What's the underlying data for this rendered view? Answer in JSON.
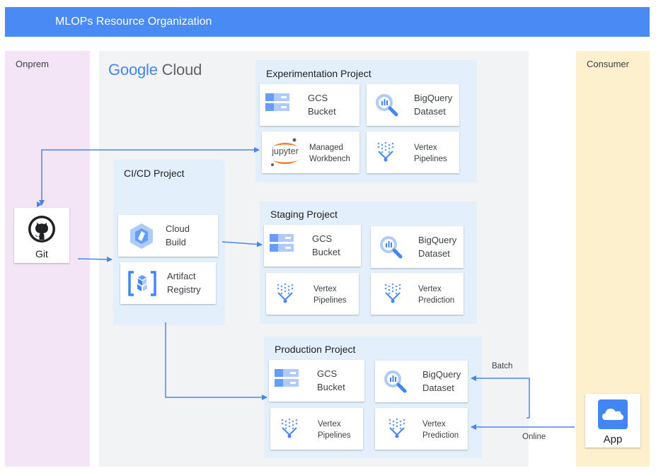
{
  "banner": {
    "title": "MLOPs Resource Organization"
  },
  "zones": {
    "onprem": "Onprem",
    "consumer": "Consumer"
  },
  "gcloud": {
    "logo_google": "Google",
    "logo_cloud": "Cloud"
  },
  "onprem_items": {
    "git": "Git"
  },
  "consumer_items": {
    "app": "App"
  },
  "cicd": {
    "title": "CI/CD Project",
    "cloud_build": [
      "Cloud",
      "Build"
    ],
    "artifact_registry": [
      "Artifact",
      "Registry"
    ]
  },
  "experimentation": {
    "title": "Experimentation Project",
    "gcs": [
      "GCS",
      "Bucket"
    ],
    "bigquery": [
      "BigQuery",
      "Dataset"
    ],
    "workbench": [
      "Managed",
      "Workbench"
    ],
    "workbench_logo": "jupyter",
    "pipelines": [
      "Vertex",
      "Pipelines"
    ]
  },
  "staging": {
    "title": "Staging Project",
    "gcs": [
      "GCS",
      "Bucket"
    ],
    "bigquery": [
      "BigQuery",
      "Dataset"
    ],
    "pipelines": [
      "Vertex",
      "Pipelines"
    ],
    "prediction": [
      "Vertex",
      "Prediction"
    ]
  },
  "production": {
    "title": "Production Project",
    "gcs": [
      "GCS",
      "Bucket"
    ],
    "bigquery": [
      "BigQuery",
      "Dataset"
    ],
    "pipelines": [
      "Vertex",
      "Pipelines"
    ],
    "prediction": [
      "Vertex",
      "Prediction"
    ]
  },
  "edges": {
    "batch": "Batch",
    "online": "Online"
  },
  "colors": {
    "accent": "#4a8af4",
    "gcs_blue": "#aecbfa",
    "bq_blue": "#4285f4",
    "arrow": "#4a86e8"
  },
  "icons": {
    "gcs": "gcs-bucket-icon",
    "bigquery": "bigquery-icon",
    "pipelines": "vertex-pipelines-icon",
    "prediction": "vertex-prediction-icon",
    "build": "cloud-build-icon",
    "registry": "artifact-registry-icon",
    "git": "github-icon",
    "app": "cloud-app-icon"
  }
}
